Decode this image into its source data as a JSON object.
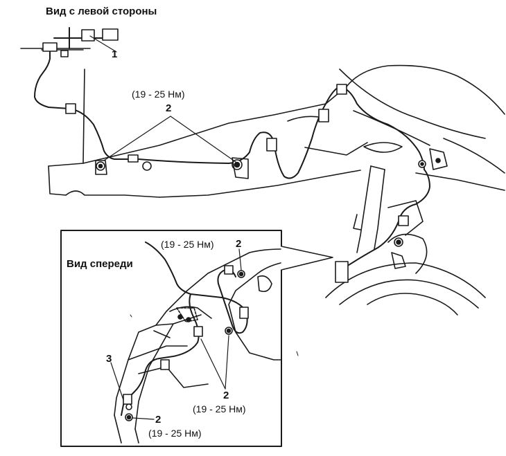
{
  "titles": {
    "left_view": "Вид с левой стороны",
    "front_view": "Вид спереди"
  },
  "callouts": {
    "c1": "1",
    "c2_top": "2",
    "c2_inset_top": "2",
    "c3": "3",
    "c2_mid": "2",
    "c2_low": "2"
  },
  "torques": {
    "top": "(19 - 25 Нм)",
    "inset_top": "(19 - 25 Нм)",
    "mid": "(19 - 25 Нм)",
    "low": "(19 - 25 Нм)"
  }
}
